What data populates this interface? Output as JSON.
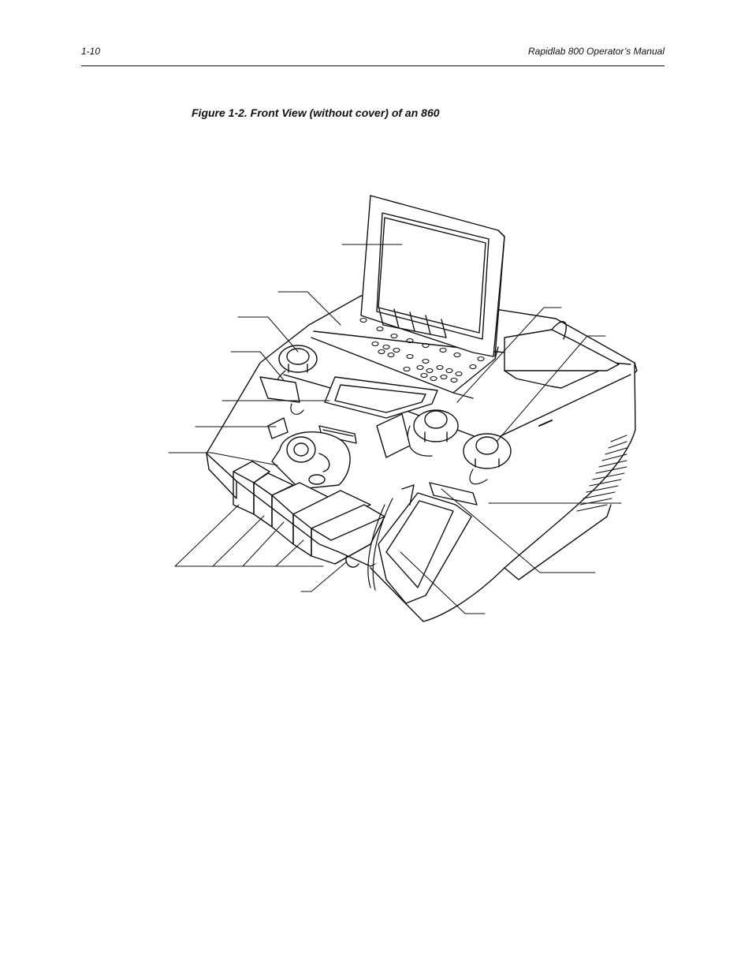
{
  "header": {
    "page_number": "1-10",
    "running_title": "Rapidlab 800 Operator’s Manual"
  },
  "figure": {
    "caption": "Figure 1-2. Front View (without cover) of an 860"
  }
}
